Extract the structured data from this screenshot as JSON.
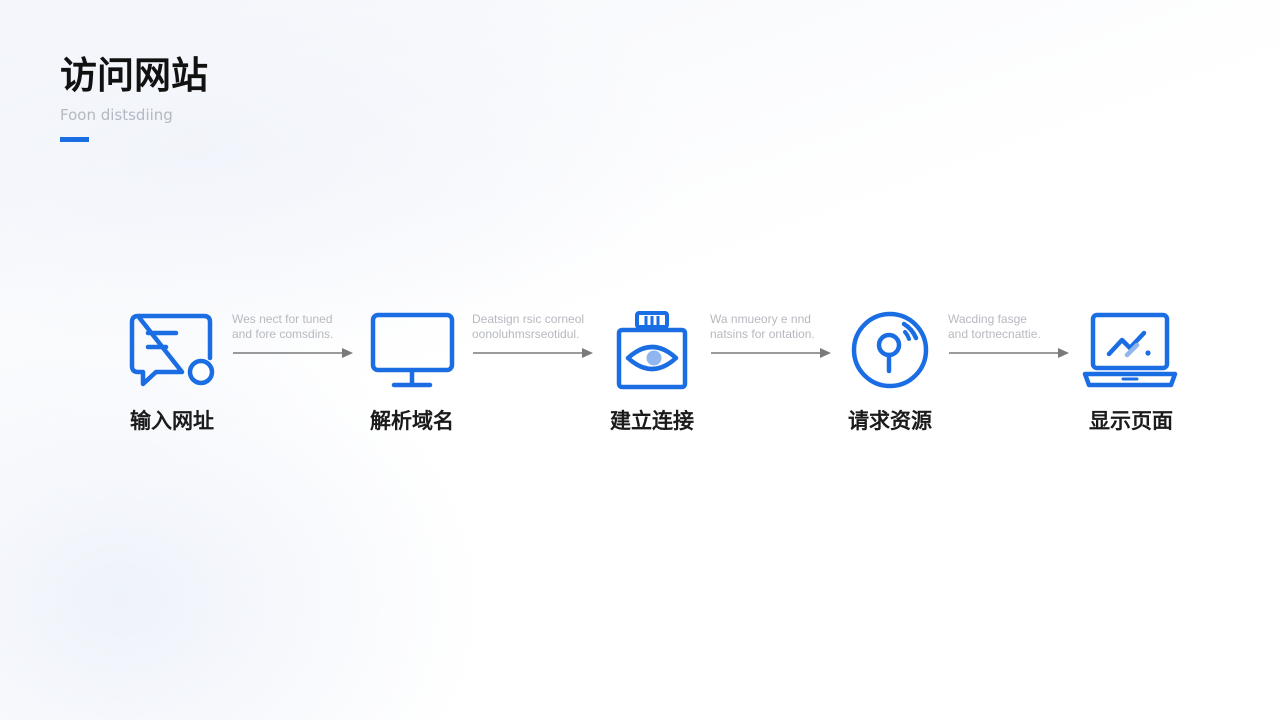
{
  "header": {
    "title": "访问网站",
    "subtitle": "Foon distsdiing"
  },
  "colors": {
    "accent": "#1a6de3",
    "title": "#111111",
    "label": "#1b1b1b",
    "muted": "#b4b8c0",
    "arrow": "#7a7a7a"
  },
  "steps": [
    {
      "label": "输入网址",
      "icon": "chat-bubble-icon"
    },
    {
      "label": "解析域名",
      "icon": "monitor-icon"
    },
    {
      "label": "建立连接",
      "icon": "eye-scan-icon"
    },
    {
      "label": "请求资源",
      "icon": "search-circle-icon"
    },
    {
      "label": "显示页面",
      "icon": "laptop-chart-icon"
    }
  ],
  "connectors": [
    {
      "line1": "Wes nect for tuned",
      "line2": "and fore comsdins."
    },
    {
      "line1": "Deatsign rsic corneol",
      "line2": "oonoluhmsrseotidul."
    },
    {
      "line1": "Wa nmueory e nnd",
      "line2": "natsins for ontation."
    },
    {
      "line1": "Wacding fasge",
      "line2": "and tortnecnattie."
    }
  ]
}
